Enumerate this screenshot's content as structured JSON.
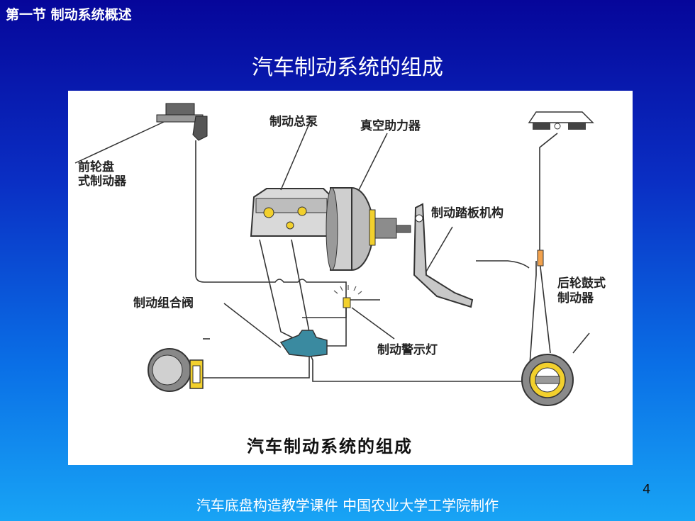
{
  "header": {
    "section_title": "第一节 制动系统概述"
  },
  "slide": {
    "title": "汽车制动系统的组成"
  },
  "figure": {
    "labels": {
      "front_disc_brake": "前轮盘\n式制动器",
      "master_cylinder": "制动总泵",
      "vacuum_booster": "真空助力器",
      "pedal_mechanism": "制动踏板机构",
      "combination_valve": "制动组合阀",
      "warning_lamp": "制动警示灯",
      "rear_drum_brake": "后轮鼓式\n制动器"
    },
    "caption": "汽车制动系统的组成"
  },
  "footer": {
    "page_number": "4",
    "text": "汽车底盘构造教学课件    中国农业大学工学院制作"
  }
}
